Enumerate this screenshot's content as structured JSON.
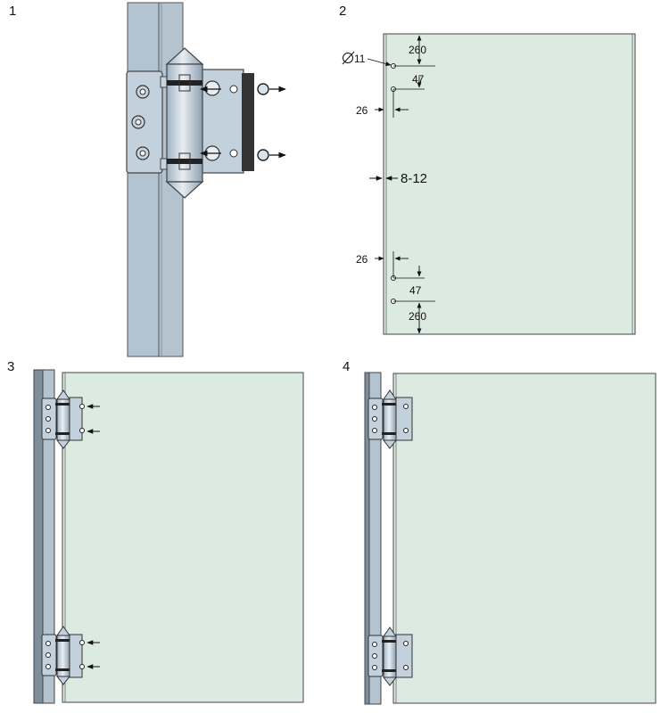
{
  "colors": {
    "glass": "#dcebe2",
    "metal": "#aebfcc",
    "metal_light": "#d6e1ea",
    "metal_dark": "#7e8e9c",
    "seal": "#333333",
    "line": "#111111"
  },
  "panels": [
    {
      "step": "1"
    },
    {
      "step": "2"
    },
    {
      "step": "3"
    },
    {
      "step": "4"
    }
  ],
  "dimensions": {
    "hole_diameter": "11",
    "top_offset": "260",
    "hole_spacing": "47",
    "edge_distance": "26",
    "glass_gap": "8-12",
    "bottom_spacing": "47",
    "bottom_offset": "260",
    "bottom_edge_distance": "26"
  }
}
